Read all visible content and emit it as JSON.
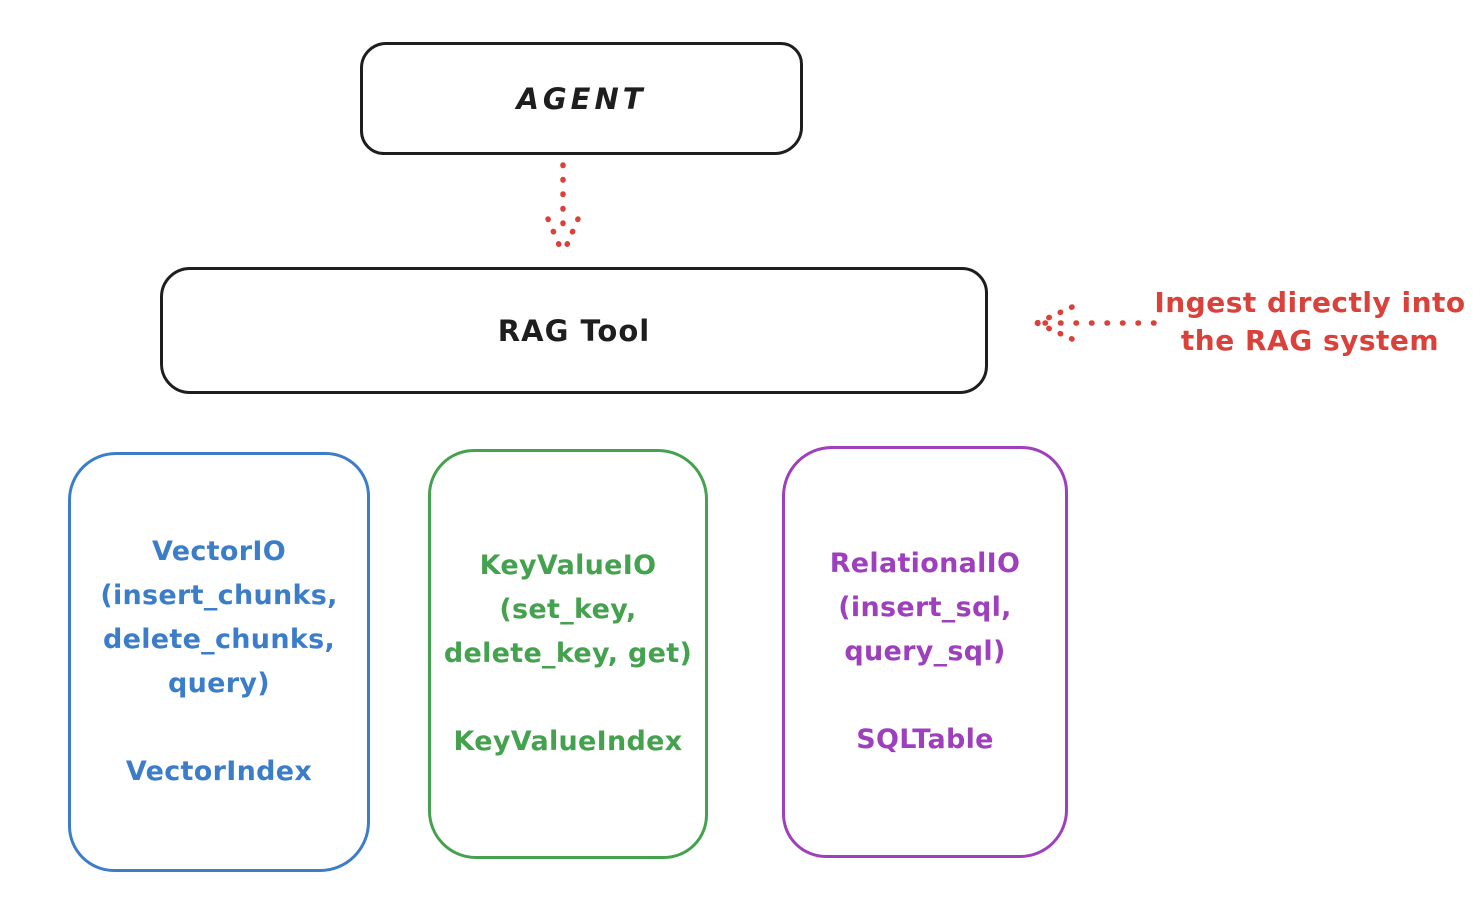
{
  "colors": {
    "stroke_black": "#1e1e1e",
    "accent_red": "#d9413a",
    "vector_blue": "#3b7dc8",
    "keyvalue_green": "#44a14e",
    "relational_purple": "#9e3fbd",
    "background": "#ffffff"
  },
  "agent_box": {
    "label": "AGENT"
  },
  "rag_tool_box": {
    "label": "RAG Tool"
  },
  "annotation": {
    "line1": "Ingest directly into",
    "line2": "the RAG system"
  },
  "arrows": {
    "agent_to_rag": "dotted-down-arrow",
    "ingest_to_rag": "dotted-left-arrow"
  },
  "stores": [
    {
      "name": "vector-io",
      "color": "#3b7dc8",
      "lines": [
        "VectorIO",
        "(insert_chunks,",
        "delete_chunks,",
        "query)"
      ],
      "index_label": "VectorIndex"
    },
    {
      "name": "keyvalue-io",
      "color": "#44a14e",
      "lines": [
        "KeyValueIO",
        "(set_key,",
        "delete_key, get)"
      ],
      "index_label": "KeyValueIndex"
    },
    {
      "name": "relational-io",
      "color": "#9e3fbd",
      "lines": [
        "RelationalIO",
        "(insert_sql,",
        "query_sql)"
      ],
      "index_label": "SQLTable"
    }
  ]
}
